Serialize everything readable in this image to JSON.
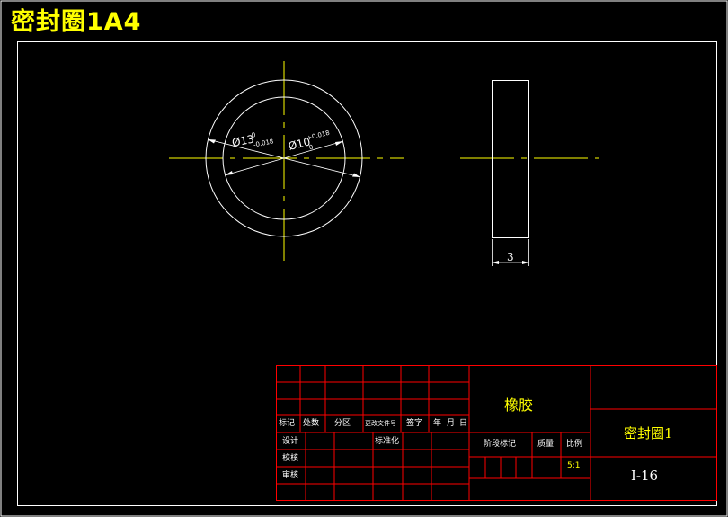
{
  "title": "密封圈1A4",
  "colors": {
    "background": "#000000",
    "outline": "#ffffff",
    "centerline": "#ffff00",
    "table": "#ff0000",
    "title_text": "#ffff00"
  },
  "front_view": {
    "dimension_outer": "Ø13",
    "outer_tol_upper": "0",
    "outer_tol_lower": "-0.018",
    "dimension_inner": "Ø10",
    "inner_tol_upper": "+0.018",
    "inner_tol_lower": "0"
  },
  "side_view": {
    "thickness": "3"
  },
  "title_block": {
    "headers": {
      "mark": "标记",
      "count": "处数",
      "zone": "分区",
      "change_doc": "更改文件号",
      "signature": "签字",
      "year": "年",
      "month": "月",
      "day": "日"
    },
    "rows": {
      "design": "设计",
      "standardization": "标准化",
      "check": "校核",
      "review": "审核"
    },
    "material": "橡胶",
    "stage_mark": "阶段标记",
    "mass": "质量",
    "scale_label": "比例",
    "scale_value": "5:1",
    "part_name": "密封圈1",
    "drawing_number": "I-16"
  }
}
